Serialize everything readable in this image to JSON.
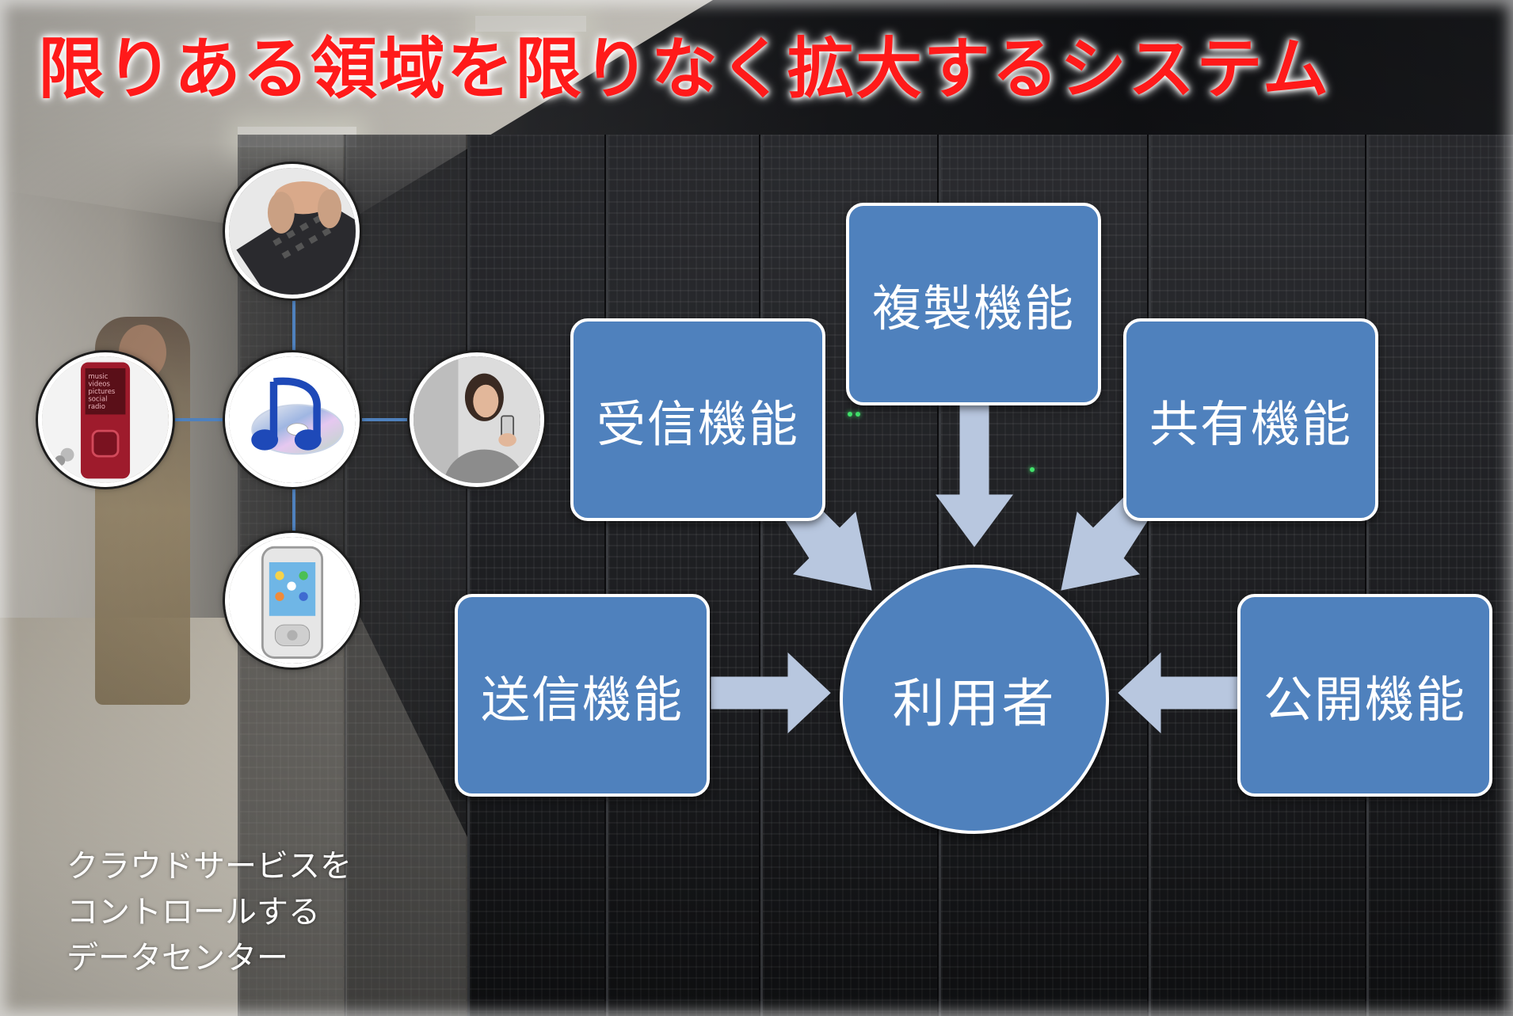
{
  "title": "限りある領域を限りなく拡大するシステム",
  "diagram": {
    "center_node": "利用者",
    "function_boxes": {
      "receive": "受信機能",
      "replicate": "複製機能",
      "share": "共有機能",
      "send": "送信機能",
      "publish": "公開機能"
    }
  },
  "devices": {
    "top": "keyboard-typing",
    "left": "music-player",
    "center": "music-cd",
    "right": "woman-with-phone",
    "bottom": "smartphone"
  },
  "music_player_screen_lines": [
    "music",
    "videos",
    "pictures",
    "social",
    "radio"
  ],
  "caption": {
    "line1": "クラウドサービスを",
    "line2": "コントロールする",
    "line3": "データセンター"
  },
  "colors": {
    "title": "#ff1a1a",
    "box_fill": "#4f81bd",
    "box_border": "#ffffff",
    "arrow": "#b8c7df"
  }
}
